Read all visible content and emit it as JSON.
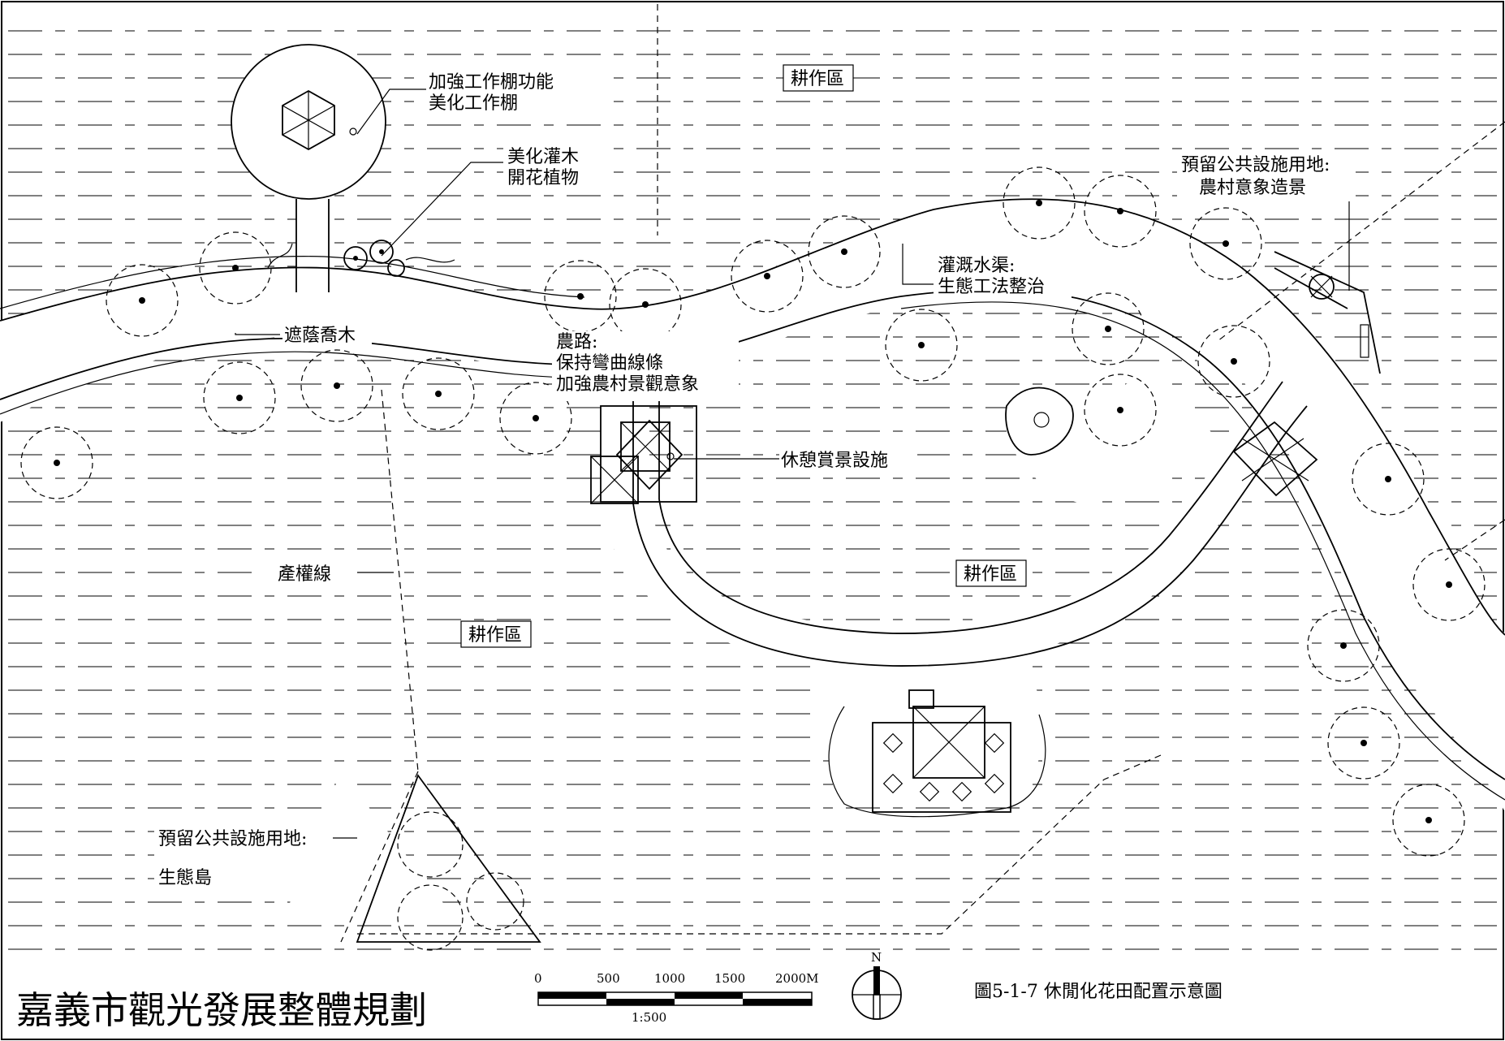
{
  "title": "嘉義市觀光發展整體規劃",
  "figure_caption": "圖5-1-7 休閒化花田配置示意圖",
  "north": "N",
  "scale_bar": {
    "ticks": [
      "0",
      "500",
      "1000",
      "1500",
      "2000M"
    ],
    "ratio": "1:500"
  },
  "labels": {
    "pavilion_line1": "加強工作棚功能",
    "pavilion_line2": "美化工作棚",
    "shrub_line1": "美化灌木",
    "shrub_line2": "開花植物",
    "farm_zone_top": "耕作區",
    "farm_zone_center": "耕作區",
    "farm_zone_left": "耕作區",
    "reserve_top_line1": "預留公共設施用地:",
    "reserve_top_line2": "農村意象造景",
    "canal_line1": "灌溉水渠:",
    "canal_line2": "生態工法整治",
    "shade_tree": "遮蔭喬木",
    "road_line1": "農路:",
    "road_line2": "保持彎曲線條",
    "road_line3": "加強農村景觀意象",
    "rest_facility": "休憩賞景設施",
    "property_line": "產權線",
    "reserve_bottom_line1": "預留公共設施用地:",
    "reserve_bottom_line2": "生態島"
  }
}
